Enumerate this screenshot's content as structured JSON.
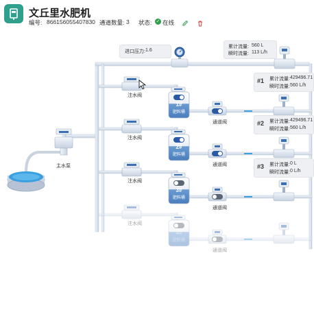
{
  "header": {
    "title": "文丘里水肥机",
    "serial_label": "编号:",
    "serial_value": "866156055407830",
    "channels_label": "通道数量:",
    "channels_value": "3",
    "status_label": "状态:",
    "status_value": "在线",
    "status_color": "#2e9f4d",
    "edit_icon_color": "#2e9f4d",
    "delete_icon_color": "#e0413c"
  },
  "inlet": {
    "pressure_label": "进口压力:",
    "pressure_value": "1.6"
  },
  "main_flow": {
    "cum_label": "累计流量:",
    "cum_value": "560 L",
    "inst_label": "瞬时流量:",
    "inst_value": "113 L/h"
  },
  "pump": {
    "label": "主水泵"
  },
  "channels": [
    {
      "id": "#1",
      "inject_label": "注水阀",
      "tank_label": "1#",
      "tank_sub": "肥料桶",
      "valve_label": "通道阀",
      "cum_label": "累计流量:",
      "cum_value": "429496.71 L",
      "inst_label": "瞬时流量:",
      "inst_value": "560 L/h"
    },
    {
      "id": "#2",
      "inject_label": "注水阀",
      "tank_label": "2#",
      "tank_sub": "肥料桶",
      "valve_label": "通道阀",
      "cum_label": "累计流量:",
      "cum_value": "429496.71 L",
      "inst_label": "瞬时流量:",
      "inst_value": "560 L/h"
    },
    {
      "id": "#3",
      "inject_label": "注水阀",
      "tank_label": "3#",
      "tank_sub": "肥料桶",
      "valve_label": "通道阀",
      "cum_label": "累计流量:",
      "cum_value": "0 L",
      "inst_label": "瞬时流量:",
      "inst_value": "0 L/h"
    },
    {
      "inject_label": "注水阀",
      "tank_label": "4#",
      "tank_sub": "肥料桶",
      "valve_label": "通道阀"
    }
  ],
  "colors": {
    "pipe": "#dfe6f0",
    "pipe_edge": "#b7c3d4",
    "tank_blue": "#5b8dc9",
    "valve_blue": "#3b6fb6",
    "water": "#3aa0e0"
  }
}
